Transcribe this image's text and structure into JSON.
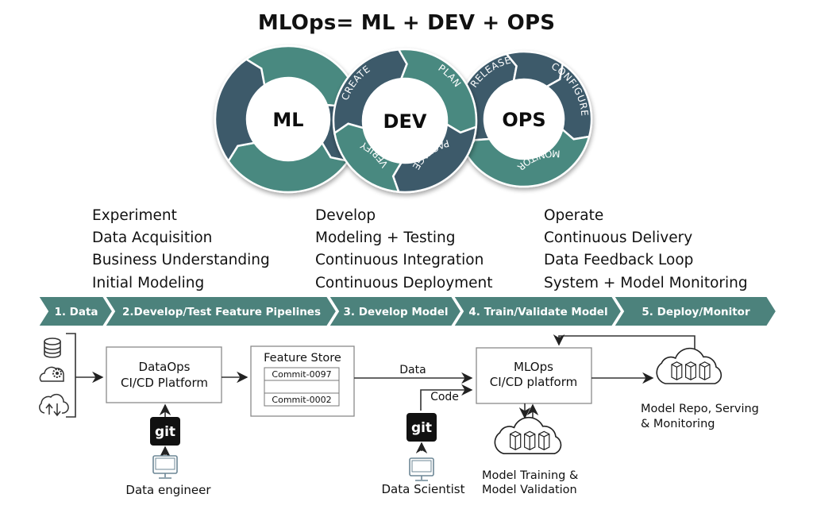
{
  "title": "MLOps= ML + DEV + OPS",
  "colors": {
    "dark": "#3c5a6b",
    "teal": "#4a8980",
    "banner": "#4c827c",
    "line": "#333333",
    "box_border": "#8a8a8a",
    "monitor_icon": "#6d8796"
  },
  "cycles": {
    "ml": {
      "label": "ML",
      "segments": []
    },
    "dev": {
      "label": "DEV",
      "segments": [
        "CREATE",
        "PLAN",
        "PACKAGE",
        "VERIFY"
      ]
    },
    "ops": {
      "label": "OPS",
      "segments": [
        "RELEASE",
        "CONFIGURE",
        "MONITOR"
      ]
    }
  },
  "columns": [
    {
      "items": [
        "Experiment",
        "Data Acquisition",
        "Business Understanding",
        "Initial Modeling"
      ]
    },
    {
      "items": [
        "Develop",
        "Modeling + Testing",
        "Continuous Integration",
        "Continuous Deployment"
      ]
    },
    {
      "items": [
        "Operate",
        "Continuous Delivery",
        "Data Feedback Loop",
        "System + Model Monitoring"
      ]
    }
  ],
  "pipeline_steps": [
    "1. Data",
    "2.Develop/Test Feature Pipelines",
    "3. Develop Model",
    "4. Train/Validate Model",
    "5. Deploy/Monitor"
  ],
  "flow": {
    "sources": [
      "database-icon",
      "cloud-gear-icon",
      "cloud-sync-icon"
    ],
    "dataops_box": [
      "DataOps",
      "CI/CD Platform"
    ],
    "feature_store": {
      "title": "Feature Store",
      "commits": [
        "Commit-0097",
        "",
        "Commit-0002"
      ]
    },
    "data_label": "Data",
    "code_label": "Code",
    "mlops_box": [
      "MLOps",
      "CI/CD platform"
    ],
    "git_label": "git",
    "data_engineer": "Data engineer",
    "data_scientist": "Data Scientist",
    "training_cloud": [
      "Model Training &",
      "Model Validation"
    ],
    "serving_cloud": [
      "Model Repo, Serving",
      "& Monitoring"
    ]
  }
}
